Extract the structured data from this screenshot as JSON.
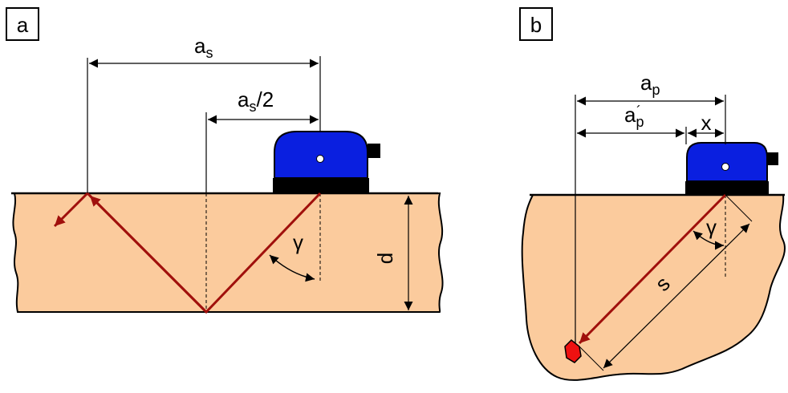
{
  "colors": {
    "material": "#FBCB9D",
    "probe": "#0A1FE0",
    "probe_base": "#000000",
    "beam": "#A0100C",
    "defect": "#EE1111"
  },
  "panel_a": {
    "label": "a",
    "as_main": "a",
    "as_sub": "s",
    "half_main": "a",
    "half_sub": "s",
    "half_tail": "/2",
    "gamma": "γ",
    "d": "d"
  },
  "panel_b": {
    "label": "b",
    "ap_main": "a",
    "ap_sub": "p",
    "ap2_main": "a",
    "ap2_sub": "p",
    "ap2_prime": "´",
    "x": "x",
    "gamma": "γ",
    "s": "s"
  }
}
